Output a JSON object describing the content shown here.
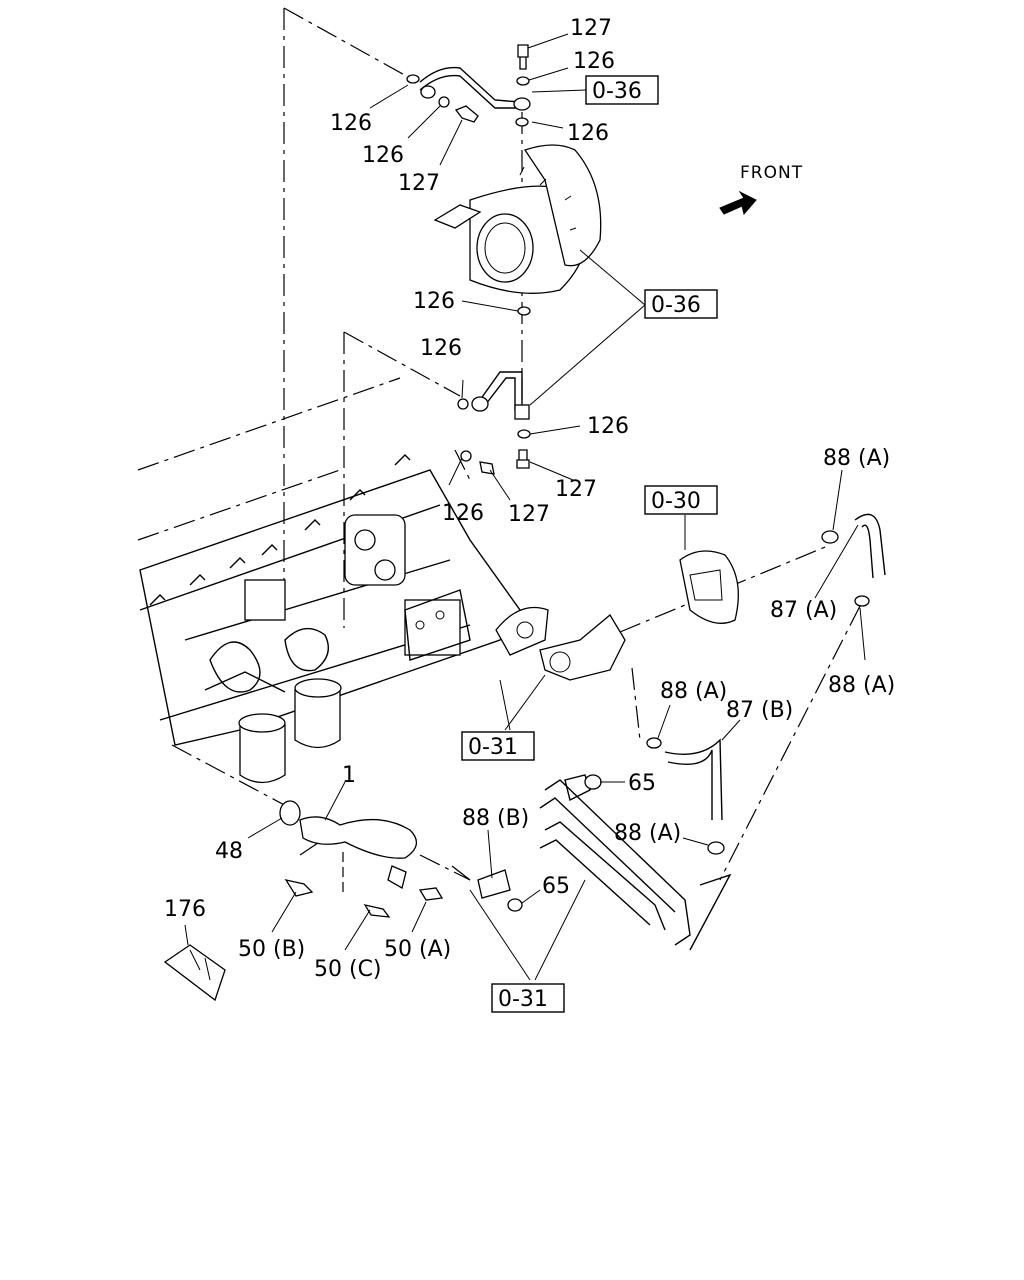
{
  "diagram": {
    "front_label": "FRONT",
    "callouts": {
      "c127_top": "127",
      "c126_top": "126",
      "c126_under_fitting": "126",
      "c126_left_a": "126",
      "c126_left_b": "126",
      "c127_left": "127",
      "c126_mid": "126",
      "c126_pipe_left": "126",
      "c126_lower_right": "126",
      "c127_lower_right": "127",
      "c126_lower_left": "126",
      "c127_lower_left": "127",
      "c88a_top": "88 (A)",
      "c87a": "87 (A)",
      "c88a_right": "88 (A)",
      "c88a_mid": "88 (A)",
      "c87b": "87 (B)",
      "c65_top": "65",
      "c88a_lower": "88 (A)",
      "c88b": "88 (B)",
      "c65_lower": "65",
      "c1": "1",
      "c48": "48",
      "c176": "176",
      "c50b": "50 (B)",
      "c50c": "50 (C)",
      "c50a": "50 (A)"
    },
    "references": {
      "r036_top": "0-36",
      "r036_mid": "0-36",
      "r030": "0-30",
      "r031_mid": "0-31",
      "r031_bottom": "0-31"
    }
  }
}
